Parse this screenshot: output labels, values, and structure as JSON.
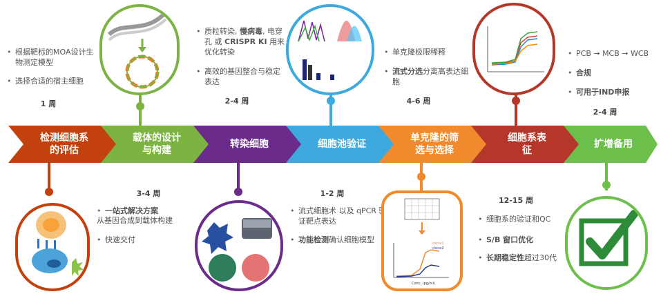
{
  "colors": {
    "stage1": "#C2410C",
    "stage2": "#7CB342",
    "stage3": "#6B2B8A",
    "stage4": "#3DA9DF",
    "stage5": "#F08A2C",
    "stage6": "#B5372A",
    "stage7": "#6DBF4B"
  },
  "stages": [
    {
      "label_l1": "检测细胞系",
      "label_l2": "的评估",
      "duration": "1 周",
      "bullets": [
        "根据靶标的MOA设计生物测定模型",
        "选择合适的宿主细胞"
      ]
    },
    {
      "label_l1": "载体的设计",
      "label_l2": "与构建",
      "duration": "3-4 周",
      "bullets_bold": [
        "一站式解决方案"
      ],
      "bullet1_rest": "从基因合成到载体构建",
      "bullet2": "快速交付"
    },
    {
      "label_l1": "转染细胞",
      "label_l2": "",
      "duration": "2-4 周",
      "b1_a": "质粒转染, ",
      "b1_b": "慢病毒",
      "b1_c": ", 电穿孔 或 ",
      "b1_d": "CRISPR KI",
      "b1_e": " 用来优化转染",
      "b2": "高效的基因整合与稳定表达"
    },
    {
      "label_l1": "细胞池验证",
      "label_l2": "",
      "duration": "1-2 周",
      "b1": "流式细胞术 以及 qPCR 验证靶点表达",
      "b2_bold": "功能检测",
      "b2_rest": "确认细胞模型"
    },
    {
      "label_l1": "单克隆的筛",
      "label_l2": "选与选择",
      "duration": "4-6 周",
      "b1": "单克隆极限稀释",
      "b2_bold": "流式分选",
      "b2_rest": "分离高表达细胞"
    },
    {
      "label_l1": "细胞系表",
      "label_l2": "征",
      "duration": "12-15 周",
      "b1": "细胞系的验证和QC",
      "b2_bold": "S/B 窗口优化",
      "b3_bold": "长期稳定性",
      "b3_rest": "超过30代"
    },
    {
      "label_l1": "扩增备用",
      "label_l2": "",
      "duration": "2-4 周",
      "b1": "PCB → MCB → WCB",
      "b2_bold": "合规",
      "b3_bold": "可用于IND申报"
    }
  ],
  "chart_labels": {
    "clone1": "clone1",
    "clone2": "clone2",
    "xlabel": "Conc. (pg/ml)"
  }
}
